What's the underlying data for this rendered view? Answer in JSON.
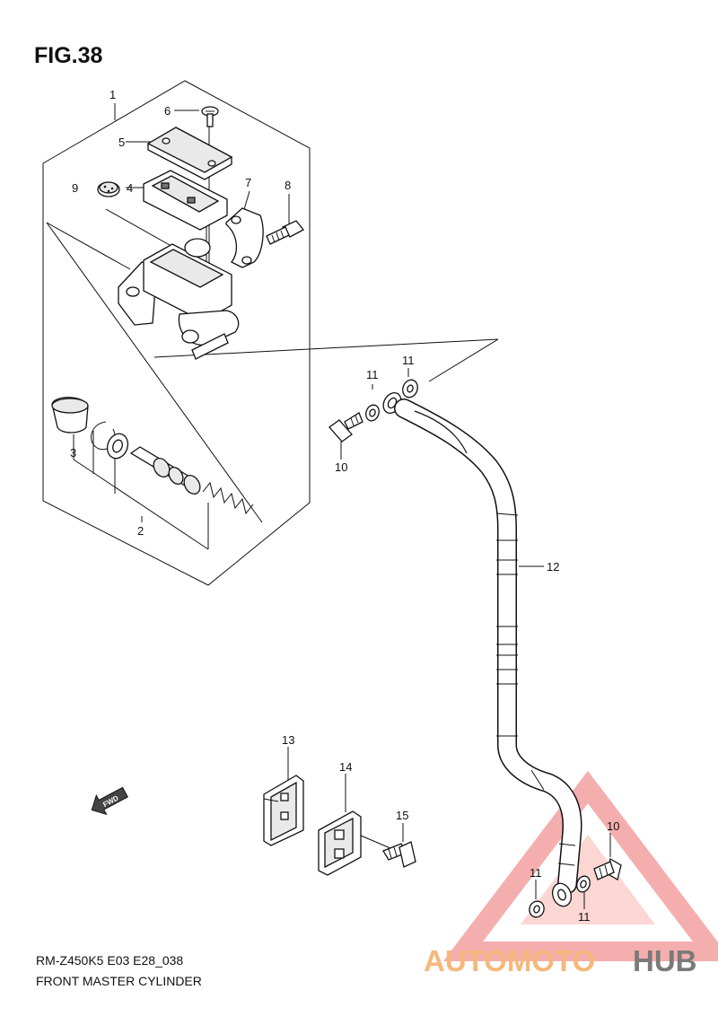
{
  "figure": {
    "title": "FIG.38",
    "code": "RM-Z450K5 E03 E28_038",
    "name": "FRONT MASTER CYLINDER"
  },
  "callouts": {
    "c1": "1",
    "c2": "2",
    "c3": "3",
    "c4": "4",
    "c5": "5",
    "c6": "6",
    "c7": "7",
    "c8": "8",
    "c9": "9",
    "c10a": "10",
    "c10b": "10",
    "c11a": "11",
    "c11b": "11",
    "c11c": "11",
    "c11d": "11",
    "c12": "12",
    "c13": "13",
    "c14": "14",
    "c15": "15"
  },
  "fwd_label": "FWD",
  "watermark": {
    "part1": "AUTOMOTO",
    "part2": "HUB",
    "color_accent": "#f08080",
    "color_orange": "#f5b87a",
    "color_dark": "#7a7a7a"
  }
}
